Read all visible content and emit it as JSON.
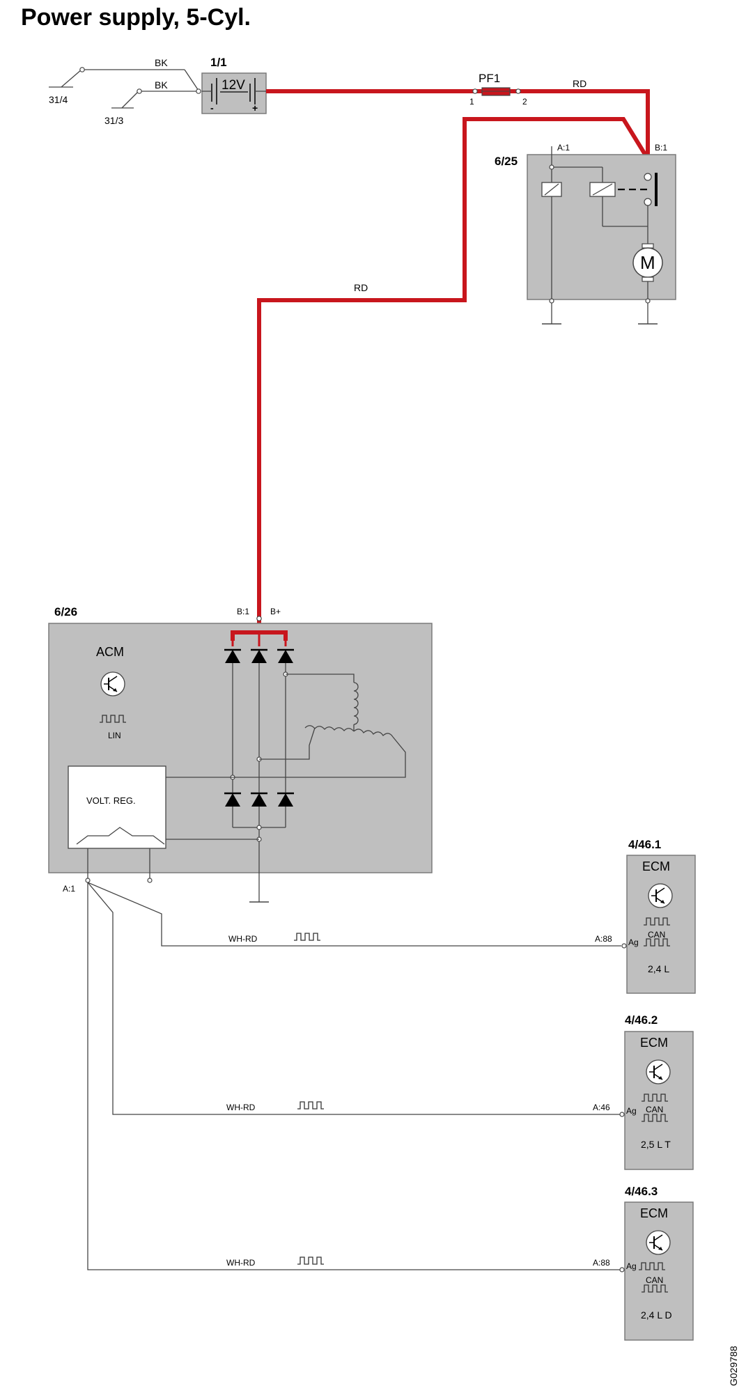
{
  "title": "Power supply, 5-Cyl.",
  "figure_id": "G029788",
  "ground_labels": {
    "g1": "31/4",
    "g2": "31/3"
  },
  "battery": {
    "ref": "1/1",
    "voltage": "12V",
    "minus": "-",
    "plus": "+"
  },
  "fuse": {
    "ref": "PF1",
    "pin1": "1",
    "pin2": "2"
  },
  "wire_colors": {
    "bk": "BK",
    "rd": "RD",
    "wh_rd": "WH-RD"
  },
  "starter": {
    "ref": "6/25",
    "pin_a": "A:1",
    "pin_b": "B:1",
    "motor": "M"
  },
  "alternator": {
    "ref": "6/26",
    "pin_b1": "B:1",
    "pin_bplus": "B+",
    "pin_a1": "A:1",
    "module": "ACM",
    "bus": "LIN",
    "regulator": "VOLT. REG."
  },
  "ecms": [
    {
      "ref": "4/46.1",
      "name": "ECM",
      "pin": "A:88",
      "ag": "Ag",
      "bus": "CAN",
      "variant": "2,4 L"
    },
    {
      "ref": "4/46.2",
      "name": "ECM",
      "pin": "A:46",
      "ag": "Ag",
      "bus": "CAN",
      "variant": "2,5 L T"
    },
    {
      "ref": "4/46.3",
      "name": "ECM",
      "pin": "A:88",
      "ag": "Ag",
      "bus": "CAN",
      "variant": "2,4 L D"
    }
  ],
  "colors": {
    "positive_feed": "#c8161d",
    "component_fill": "#bfbfbf"
  }
}
